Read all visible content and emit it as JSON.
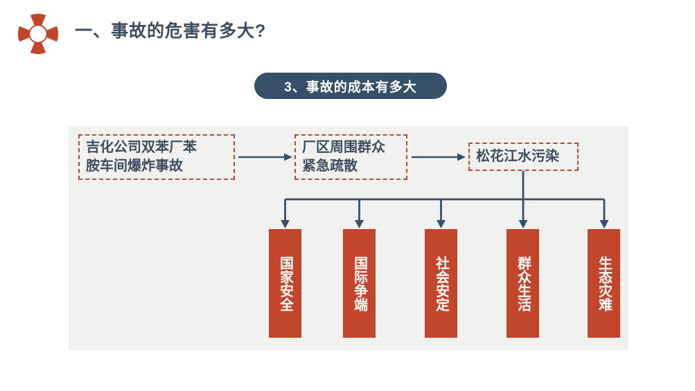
{
  "header": {
    "icon": "lifebuoy-icon",
    "title": "一、事故的危害有多大?",
    "title_color": "#3d4e61",
    "icon_color": "#c1462b"
  },
  "subtitle": {
    "label": "3、事故的成本有多大",
    "background_color": "#36506a",
    "text_color": "#ffffff"
  },
  "diagram": {
    "panel_background": "#f1f1f0",
    "dashed_border_color": "#c1462b",
    "connector_color": "#36506a",
    "flow_boxes": [
      {
        "id": "box-accident",
        "text": "吉化公司双苯厂苯\n胺车间爆炸事故"
      },
      {
        "id": "box-evacuate",
        "text": "厂区周围群众\n紧急疏散"
      },
      {
        "id": "box-pollution",
        "text": "松花江水污染"
      }
    ],
    "arrows": [
      {
        "id": "arrow-1",
        "from": "box-accident",
        "to": "box-evacuate"
      },
      {
        "id": "arrow-2",
        "from": "box-evacuate",
        "to": "box-pollution"
      }
    ],
    "consequences": {
      "source": "box-pollution",
      "box_color": "#c1462b",
      "text_color": "#ffffff",
      "items": [
        {
          "label": "国家安全"
        },
        {
          "label": "国际争端"
        },
        {
          "label": "社会安定"
        },
        {
          "label": "群众生活"
        },
        {
          "label": "生态灾难"
        }
      ]
    }
  }
}
